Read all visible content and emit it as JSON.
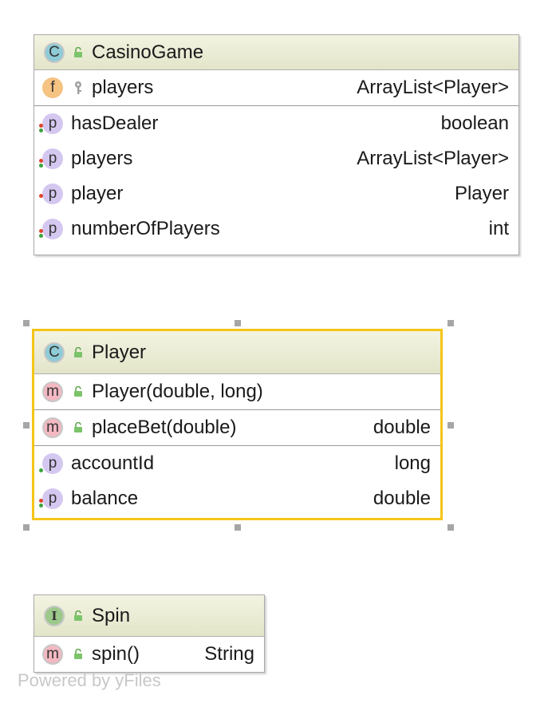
{
  "classes": [
    {
      "kind": "C",
      "name": "CasinoGame",
      "fields": [
        {
          "badge": "f",
          "name": "players",
          "type": "ArrayList<Player>"
        }
      ],
      "methods": [],
      "properties": [
        {
          "badge": "p",
          "name": "hasDealer",
          "type": "boolean"
        },
        {
          "badge": "p",
          "name": "players",
          "type": "ArrayList<Player>"
        },
        {
          "badge": "p",
          "name": "player",
          "type": "Player"
        },
        {
          "badge": "p",
          "name": "numberOfPlayers",
          "type": "int"
        }
      ]
    },
    {
      "kind": "C",
      "name": "Player",
      "constructors": [
        {
          "badge": "m",
          "name": "Player(double, long)",
          "type": ""
        }
      ],
      "methods": [
        {
          "badge": "m",
          "name": "placeBet(double)",
          "type": "double"
        }
      ],
      "properties": [
        {
          "badge": "p",
          "name": "accountId",
          "type": "long"
        },
        {
          "badge": "p",
          "name": "balance",
          "type": "double"
        }
      ]
    },
    {
      "kind": "I",
      "name": "Spin",
      "methods": [
        {
          "badge": "m",
          "name": "spin()",
          "type": "String"
        }
      ]
    }
  ],
  "watermark": "Powered by yFiles",
  "colors": {
    "selection": "#f5c518",
    "header": "#e3e5c9",
    "class_badge": "#8ecbd6",
    "interface_badge": "#9cc98b",
    "field_badge": "#f5c382",
    "property_badge": "#d4c7f0",
    "method_badge": "#f3b8c2"
  }
}
